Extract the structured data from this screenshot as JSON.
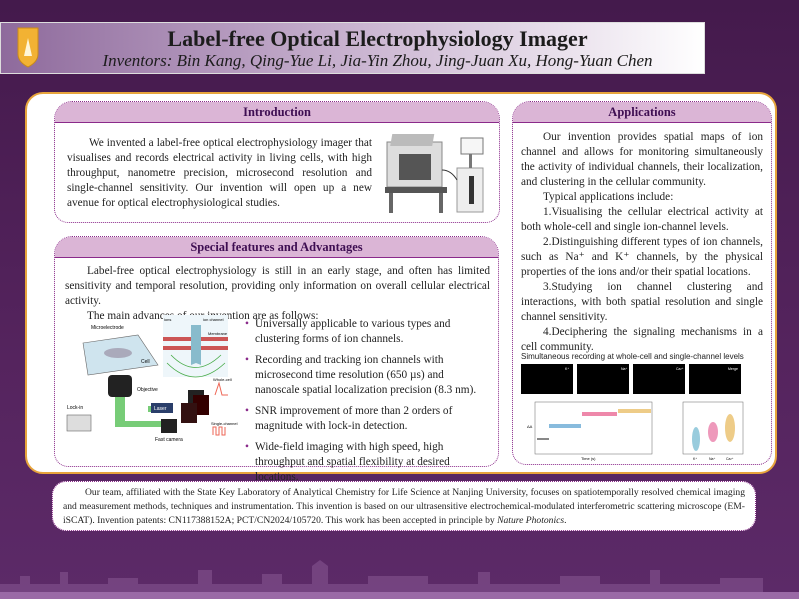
{
  "header": {
    "title": "Label-free Optical Electrophysiology Imager",
    "inventors": "Inventors: Bin Kang, Qing-Yue Li, Jia-Yin Zhou, Jing-Juan Xu, Hong-Yuan Chen"
  },
  "introduction": {
    "heading": "Introduction",
    "text": "We invented a label-free optical electrophysiology imager that visualises and records electrical activity in living cells, with high throughput, nanometre precision, microsecond resolution and single-channel sensitivity. Our invention will open up a new avenue for optical electrophysiological studies."
  },
  "special": {
    "heading": "Special features and Advantages",
    "para1": "Label-free optical electrophysiology is still in an early stage, and often has limited sensitivity and temporal resolution, providing only information on overall cellular electrical activity.",
    "para2": "The main advances of our invention are as follows:",
    "bullets": [
      "Universally applicable to various types and clustering forms of ion channels.",
      "Recording and tracking ion channels with microsecond time resolution (650 µs) and nanoscale spatial localization precision (8.3 nm).",
      "SNR improvement of more than 2 orders of magnitude with lock-in detection.",
      "Wide-field imaging with high speed, high throughput and spatial flexibility at desired locations."
    ],
    "diagram_labels": {
      "microelectrode": "Microelectrode",
      "cell": "Cell",
      "objective": "Objective",
      "lockin": "Lock-in",
      "laser": "Laser",
      "camera": "Fast camera",
      "ions": "ions",
      "ion_channel": "ion channel",
      "membrane": "Membrane",
      "whole_cell": "Whole-cell",
      "single_channel": "Single-channel"
    }
  },
  "applications": {
    "heading": "Applications",
    "para1": "Our invention provides spatial maps of ion channel and allows for monitoring simultaneously the activity of individual channels, their localization, and clustering in the cellular community.",
    "para2": "Typical applications include:",
    "items": [
      "1.Visualising the cellular electrical activity at both whole-cell and single ion-channel levels.",
      "2.Distinguishing different types of ion channels, such as Na⁺ and K⁺ channels, by the physical properties of the ions and/or their spatial locations.",
      "3.Studying ion channel clustering and interactions, with both spatial resolution and single channel sensitivity.",
      "4.Deciphering the signaling mechanisms in a cell community."
    ],
    "figure": {
      "title": "Simultaneous recording at whole-cell and single-channel levels",
      "panels": [
        "K⁺",
        "Na⁺",
        "Ca²⁺",
        "Merge"
      ],
      "xlabel": "Time (s)",
      "ylabel": "ΔA",
      "ions": [
        "K⁺",
        "Na⁺",
        "Ca²⁺"
      ]
    }
  },
  "footer": {
    "text": "Our team, affiliated with the State Key Laboratory of Analytical Chemistry for Life Science at Nanjing University, focuses on spatiotemporally resolved chemical imaging and measurement methods, techniques and instrumentation. This invention is based on our ultrasensitive electrochemical-modulated interferometric scattering microscope (EM-iSCAT). Invention patents: CN117388152A; PCT/CN2024/105720. This work has been accepted in principle by ",
    "journal": "Nature Photonics",
    "end": "."
  }
}
